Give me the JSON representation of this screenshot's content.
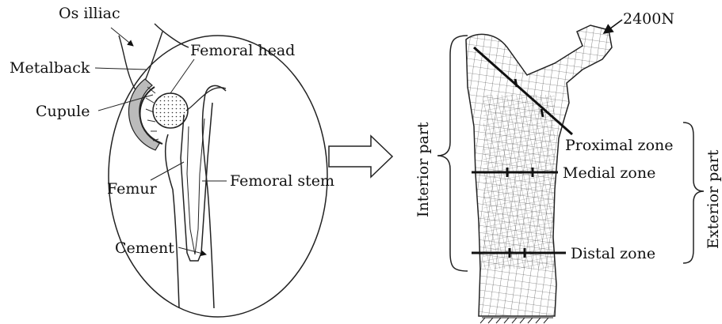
{
  "left_labels": {
    "os_illiac": "Os illiac",
    "metalback": "Metalback",
    "femoral_head": "Femoral head",
    "cupule": "Cupule",
    "femur": "Femur",
    "femoral_stem": "Femoral stem",
    "cement": "Cement"
  },
  "right_labels": {
    "load": "2400N",
    "interior_part": "Interior part",
    "exterior_part": "Exterior part",
    "proximal_zone": "Proximal zone",
    "medial_zone": "Medial zone",
    "distal_zone": "Distal zone"
  },
  "colors": {
    "ink": "#111111",
    "mesh": "#3a3a3a",
    "background": "#ffffff"
  }
}
